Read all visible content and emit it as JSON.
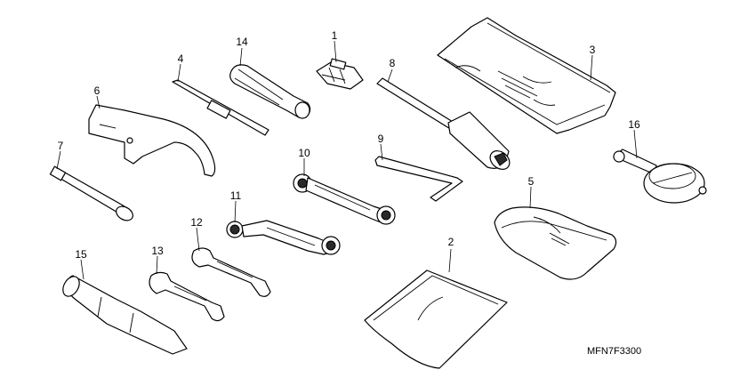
{
  "diagram": {
    "code": "MFN7F3300",
    "callouts": {
      "p1": "1",
      "p2": "2",
      "p3": "3",
      "p4": "4",
      "p5": "5",
      "p6": "6",
      "p7": "7",
      "p8": "8",
      "p9": "9",
      "p10": "10",
      "p11": "11",
      "p12": "12",
      "p13": "13",
      "p14": "14",
      "p15": "15",
      "p16": "16"
    }
  }
}
